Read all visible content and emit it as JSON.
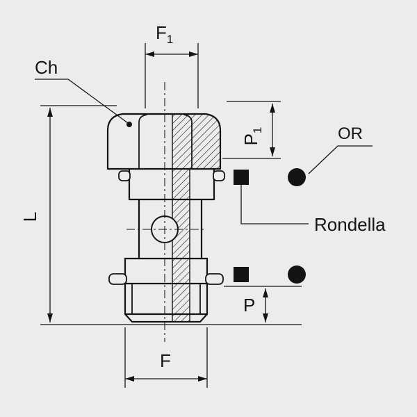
{
  "colors": {
    "background": "#ececec",
    "ink": "#141414"
  },
  "labels": {
    "f1_main": "F",
    "f1_sub": "1",
    "ch": "Ch",
    "l": "L",
    "p1_main": "P",
    "p1_sub": "1",
    "or": "OR",
    "rondella": "Rondella",
    "p": "P",
    "f": "F"
  },
  "symbols": {
    "or_symbol": "o-ring-filled-circle",
    "rondella_symbol": "washer-filled-square"
  }
}
